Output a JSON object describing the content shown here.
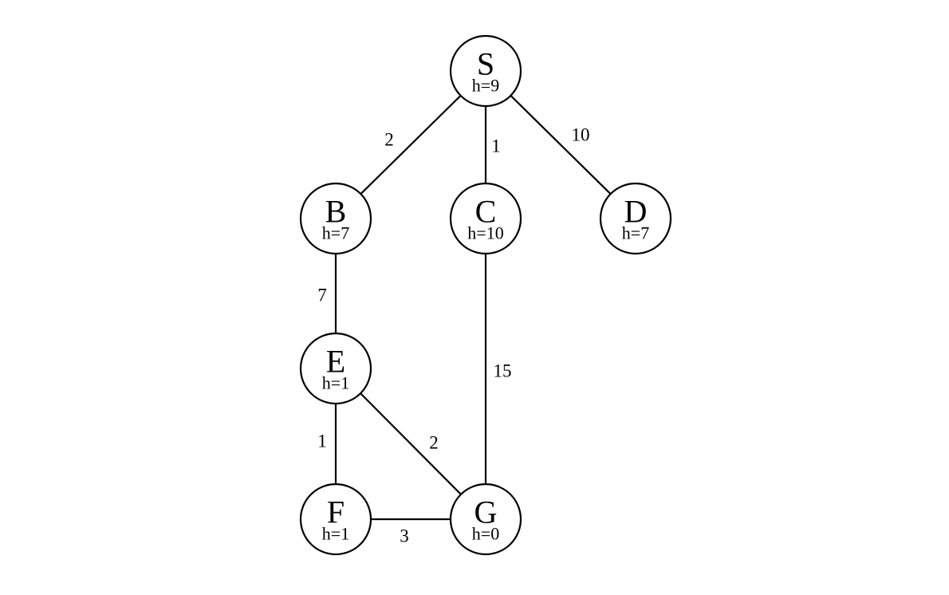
{
  "graph": {
    "nodes": [
      {
        "id": "S",
        "label": "S",
        "h_label": "h=9"
      },
      {
        "id": "B",
        "label": "B",
        "h_label": "h=7"
      },
      {
        "id": "C",
        "label": "C",
        "h_label": "h=10"
      },
      {
        "id": "D",
        "label": "D",
        "h_label": "h=7"
      },
      {
        "id": "E",
        "label": "E",
        "h_label": "h=1"
      },
      {
        "id": "F",
        "label": "F",
        "h_label": "h=1"
      },
      {
        "id": "G",
        "label": "G",
        "h_label": "h=0"
      }
    ],
    "edges": [
      {
        "from": "S",
        "to": "B",
        "weight": "2"
      },
      {
        "from": "S",
        "to": "C",
        "weight": "1"
      },
      {
        "from": "S",
        "to": "D",
        "weight": "10"
      },
      {
        "from": "B",
        "to": "E",
        "weight": "7"
      },
      {
        "from": "C",
        "to": "G",
        "weight": "15"
      },
      {
        "from": "E",
        "to": "F",
        "weight": "1"
      },
      {
        "from": "E",
        "to": "G",
        "weight": "2"
      },
      {
        "from": "F",
        "to": "G",
        "weight": "3"
      }
    ]
  }
}
